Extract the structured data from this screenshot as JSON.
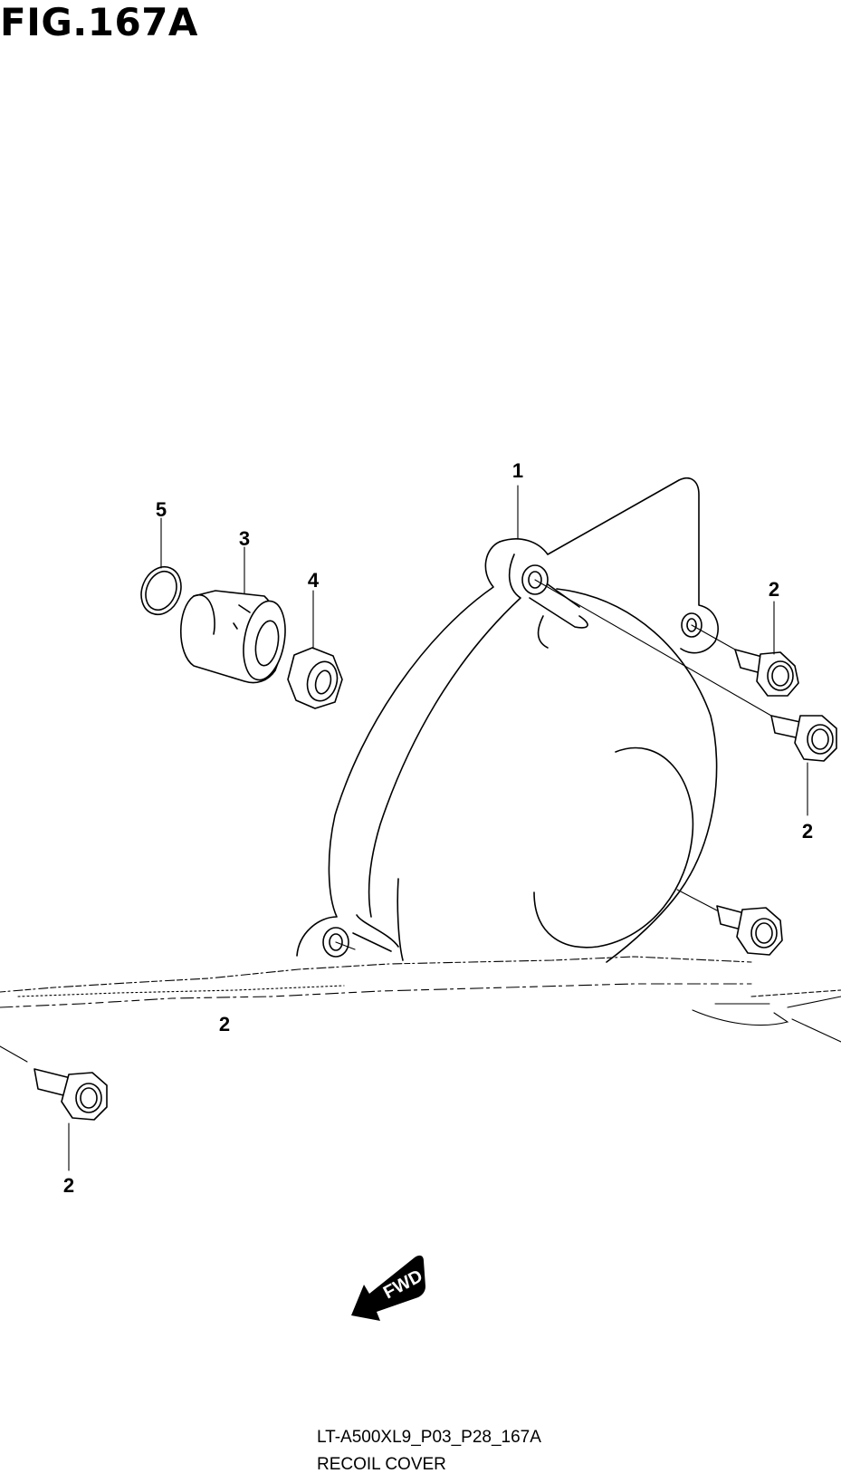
{
  "figure": {
    "title": "FIG.167A",
    "code": "LT-A500XL9_P03_P28_167A",
    "name": "RECOIL COVER"
  },
  "callouts": {
    "c1": "1",
    "c2a": "2",
    "c2b": "2",
    "c2c": "2",
    "c2d": "2",
    "c3": "3",
    "c4": "4",
    "c5": "5"
  },
  "direction": {
    "label": "FWD",
    "icon": "fwd-arrow-icon"
  }
}
